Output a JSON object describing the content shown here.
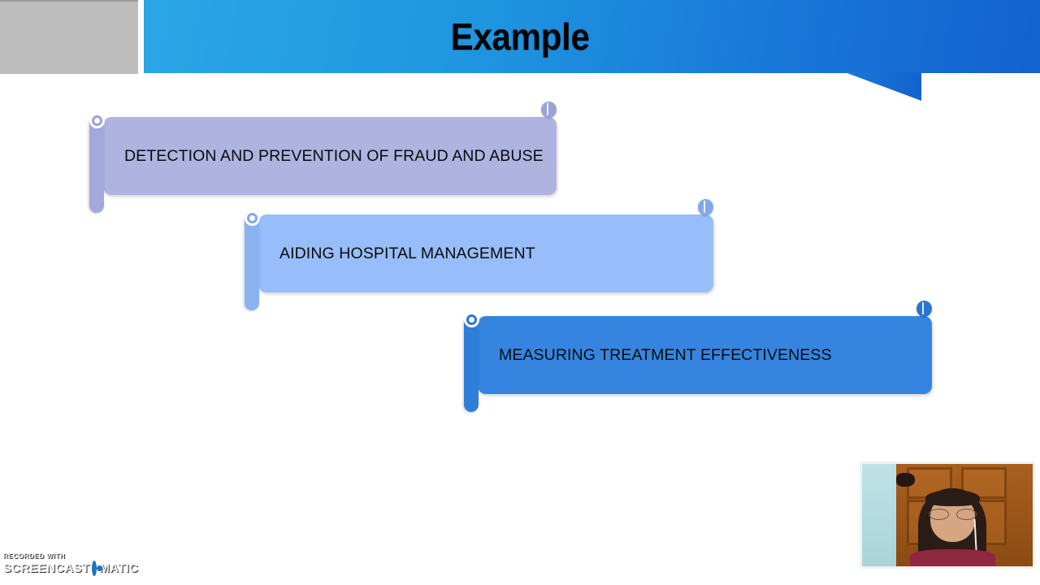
{
  "slide": {
    "title": "Example",
    "background_color": "#ffffff",
    "header": {
      "gray_block_color": "#bdbdbd",
      "gradient_from": "#2ba6e6",
      "gradient_to": "#1461cf",
      "title_color": "#040404"
    },
    "items": [
      {
        "label": "DETECTION AND PREVENTION OF FRAUD AND ABUSE",
        "fill_color": "#aeb3e0",
        "spine_color": "#a3a9dc",
        "curl_color": "#9ba2d8"
      },
      {
        "label": "AIDING HOSPITAL MANAGEMENT",
        "fill_color": "#97bdfa",
        "spine_color": "#8ab2f2",
        "curl_color": "#7fa8ea"
      },
      {
        "label": "MEASURING TREATMENT EFFECTIVENESS",
        "fill_color": "#3585e0",
        "spine_color": "#2f7ed8",
        "curl_color": "#2a76cf"
      }
    ]
  },
  "webcam": {
    "label": "presenter-webcam",
    "border_color": "#f2f2f2"
  },
  "watermark": {
    "recorded_with": "RECORDED WITH",
    "word_left": "SCREENCAST",
    "word_right": "MATIC",
    "logo_color": "#1d74bd"
  }
}
